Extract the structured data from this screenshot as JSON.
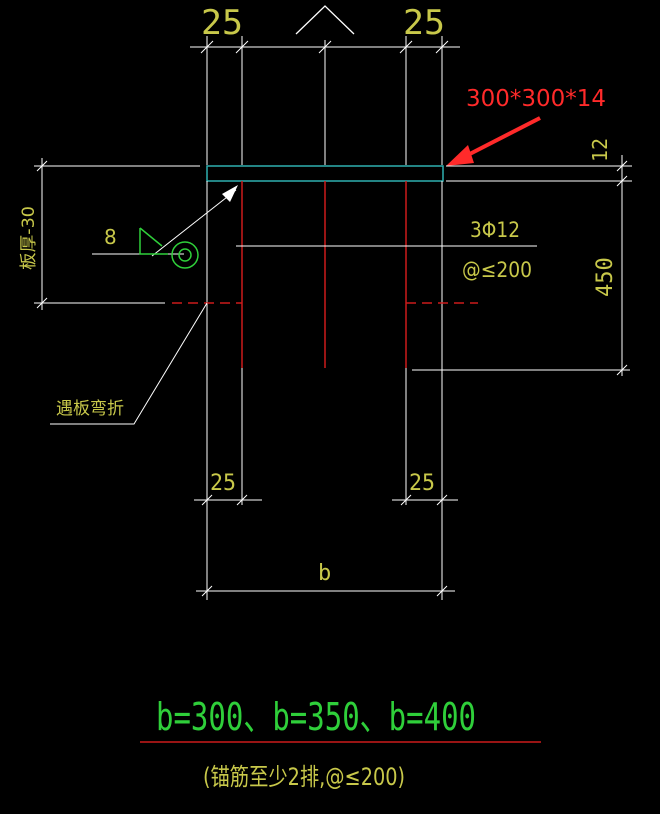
{
  "colors": {
    "background": "#000000",
    "dim_line": "#ffffff",
    "dim_text": "#c8c84a",
    "rebar": "#cc1a1a",
    "plate": "#2fb0b0",
    "weld": "#2fcf3a",
    "annotation": "#ff2a2a",
    "caption_main": "#2fcf3a",
    "caption_sub": "#c8c84a"
  },
  "dimensions": {
    "top_left_cover": "25",
    "top_right_cover": "25",
    "plate_thickness": "12",
    "anchor_length": "450",
    "bottom_left_cover": "25",
    "bottom_right_cover": "25",
    "width": "b",
    "slab_thickness": "板厚-30"
  },
  "annotations": {
    "plate_size": "300*300*14",
    "rebar_spec": "3Φ12",
    "rebar_spacing": "@≤200",
    "weld_size": "8",
    "bend_note": "遇板弯折"
  },
  "captions": {
    "main": "b=300、b=350、b=400",
    "sub": "(锚筋至少2排,@≤200)"
  }
}
